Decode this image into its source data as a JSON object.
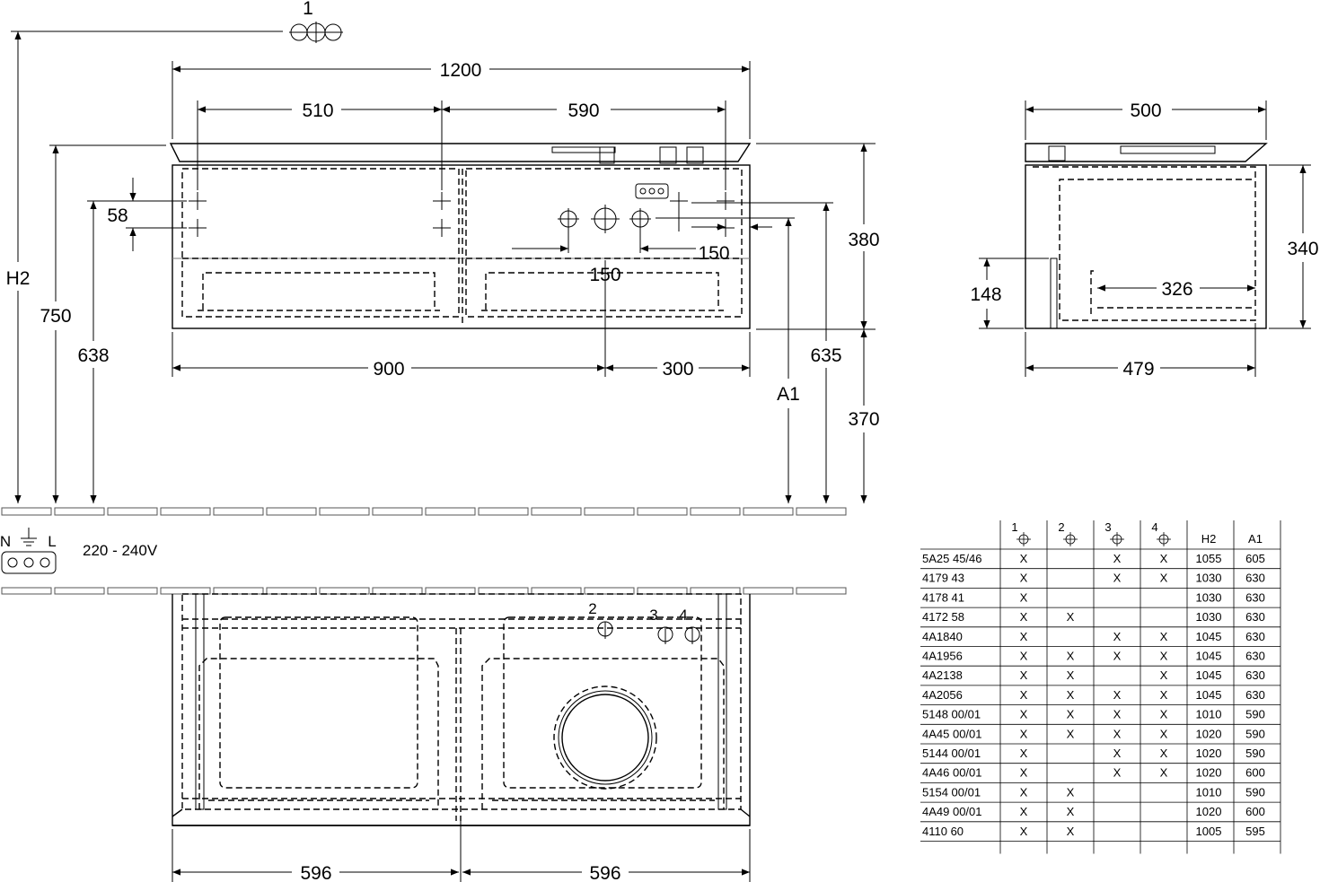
{
  "dimensions": {
    "total_width": "1200",
    "left_span": "510",
    "right_span": "590",
    "depth_top": "500",
    "height_58": "58",
    "height_h2": "H2",
    "height_750": "750",
    "height_638": "638",
    "bottom_left": "900",
    "bottom_right": "300",
    "spacing_150_a": "150",
    "spacing_150_b": "150",
    "a1": "A1",
    "height_635": "635",
    "height_380": "380",
    "height_370": "370",
    "side_340": "340",
    "side_148": "148",
    "side_326": "326",
    "side_479": "479",
    "plan_left": "596",
    "plan_right": "596"
  },
  "markers": {
    "top_marker": "1",
    "plan_marker_2": "2",
    "plan_marker_3": "3",
    "plan_marker_4": "4"
  },
  "electrical": {
    "n": "N",
    "l": "L",
    "voltage": "220 - 240V"
  },
  "table": {
    "headers": [
      "1",
      "2",
      "3",
      "4",
      "H2",
      "A1"
    ],
    "rows": [
      [
        "5A25 45/46",
        "X",
        "",
        "X",
        "X",
        "1055",
        "605"
      ],
      [
        "4179 43",
        "X",
        "",
        "X",
        "X",
        "1030",
        "630"
      ],
      [
        "4178 41",
        "X",
        "",
        "",
        "",
        "1030",
        "630"
      ],
      [
        "4172 58",
        "X",
        "X",
        "",
        "",
        "1030",
        "630"
      ],
      [
        "4A1840",
        "X",
        "",
        "X",
        "X",
        "1045",
        "630"
      ],
      [
        "4A1956",
        "X",
        "X",
        "X",
        "X",
        "1045",
        "630"
      ],
      [
        "4A2138",
        "X",
        "X",
        "",
        "X",
        "1045",
        "630"
      ],
      [
        "4A2056",
        "X",
        "X",
        "X",
        "X",
        "1045",
        "630"
      ],
      [
        "5148 00/01",
        "X",
        "X",
        "X",
        "X",
        "1010",
        "590"
      ],
      [
        "4A45 00/01",
        "X",
        "X",
        "X",
        "X",
        "1020",
        "590"
      ],
      [
        "5144 00/01",
        "X",
        "",
        "X",
        "X",
        "1020",
        "590"
      ],
      [
        "4A46 00/01",
        "X",
        "",
        "X",
        "X",
        "1020",
        "600"
      ],
      [
        "5154 00/01",
        "X",
        "X",
        "",
        "",
        "1010",
        "590"
      ],
      [
        "4A49 00/01",
        "X",
        "X",
        "",
        "",
        "1020",
        "600"
      ],
      [
        "4110 60",
        "X",
        "X",
        "",
        "",
        "1005",
        "595"
      ]
    ]
  }
}
